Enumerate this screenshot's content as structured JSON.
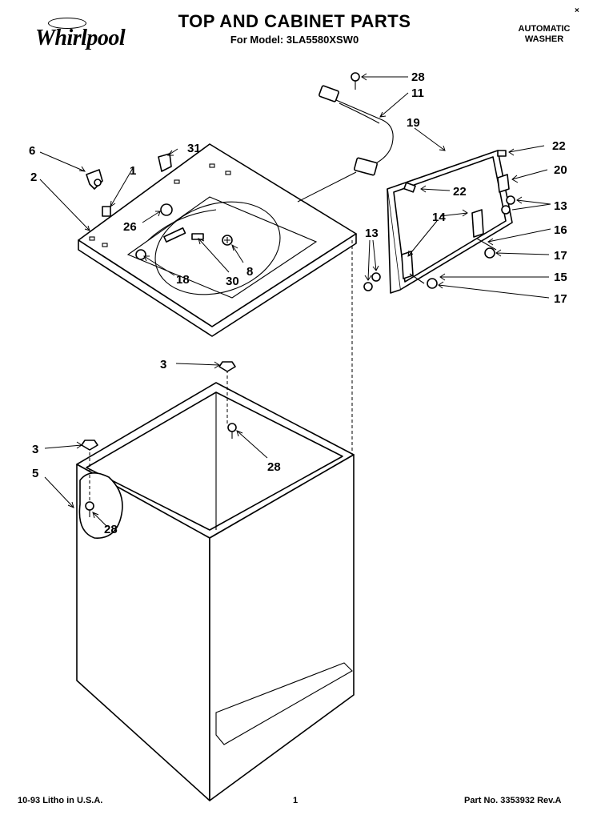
{
  "header": {
    "brand": "Whirlpool",
    "title": "TOP AND CABINET PARTS",
    "subtitle": "For Model: 3LA5580XSW0",
    "product_line1": "AUTOMATIC",
    "product_line2": "WASHER",
    "corner_mark": "×"
  },
  "labels": {
    "p28a": "28",
    "p11": "11",
    "p19": "19",
    "p22a": "22",
    "p20": "20",
    "p22b": "22",
    "p13a": "13",
    "p14": "14",
    "p16": "16",
    "p13b": "13",
    "p17a": "17",
    "p15": "15",
    "p17b": "17",
    "p6": "6",
    "p31": "31",
    "p1": "1",
    "p2": "2",
    "p26": "26",
    "p8": "8",
    "p18": "18",
    "p30": "30",
    "p3a": "3",
    "p28b": "28",
    "p3b": "3",
    "p5": "5",
    "p28c": "28"
  },
  "footer": {
    "left": "10-93 Litho in U.S.A.",
    "center": "1",
    "right": "Part No. 3353932 Rev.A"
  }
}
